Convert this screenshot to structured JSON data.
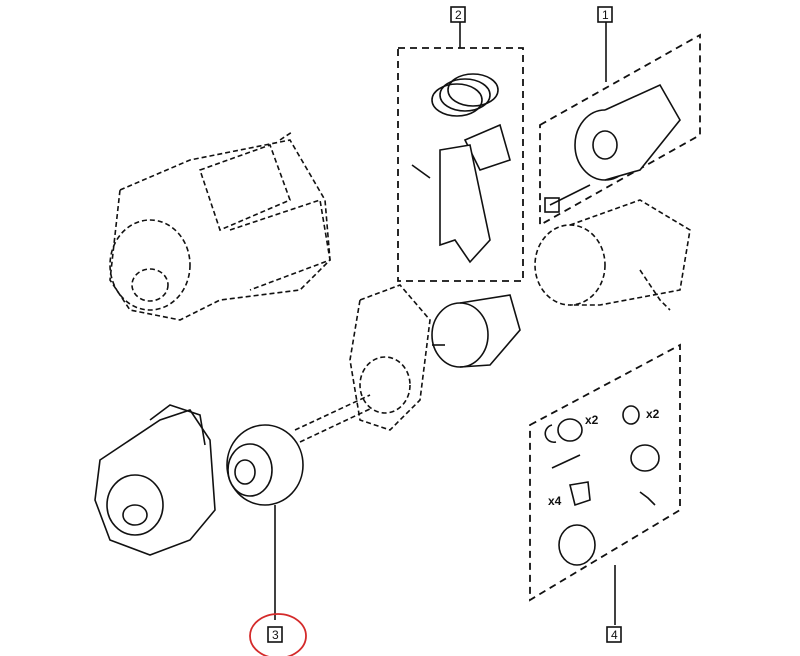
{
  "diagram": {
    "callouts": [
      {
        "id": "1",
        "label": "1"
      },
      {
        "id": "2",
        "label": "2"
      },
      {
        "id": "3",
        "label": "3",
        "highlighted": true
      },
      {
        "id": "4",
        "label": "4"
      }
    ],
    "quantities": {
      "bushing": "x2",
      "washer": "x2",
      "clip": "x4"
    },
    "colors": {
      "highlight": "#d42a2a",
      "line": "#111111"
    }
  }
}
